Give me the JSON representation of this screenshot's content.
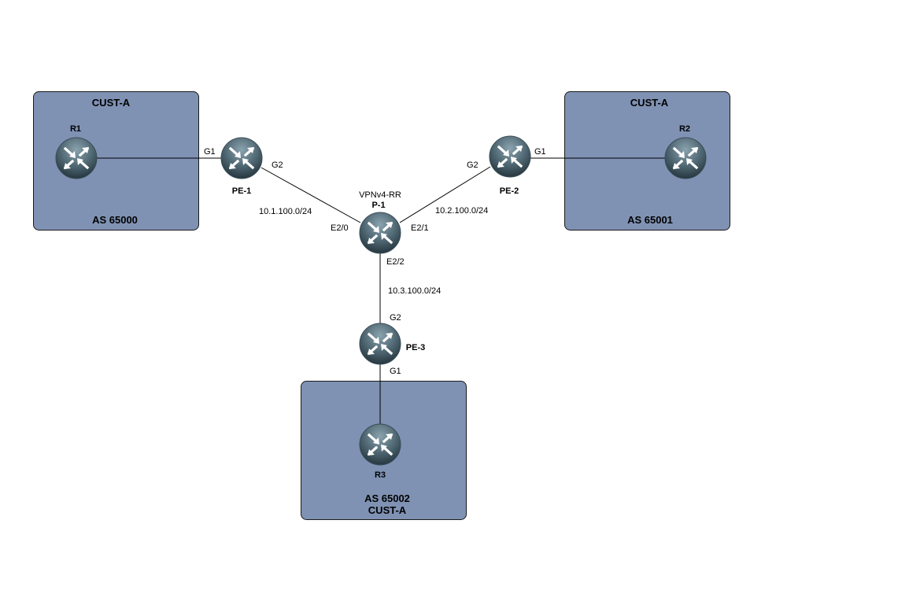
{
  "colors": {
    "site_fill": "#7f92b4",
    "router_dark": "#2c3e48",
    "router_light": "#7d97a3"
  },
  "sites": [
    {
      "title": "CUST-A",
      "as": "AS 65000"
    },
    {
      "title": "CUST-A",
      "as": "AS 65001"
    },
    {
      "as": "AS 65002",
      "title": "CUST-A"
    }
  ],
  "nodes": {
    "r1": {
      "label": "R1",
      "icon": "router-icon"
    },
    "r2": {
      "label": "R2",
      "icon": "router-icon"
    },
    "r3": {
      "label": "R3",
      "icon": "router-icon"
    },
    "pe1": {
      "label": "PE-1",
      "icon": "router-icon"
    },
    "pe2": {
      "label": "PE-2",
      "icon": "router-icon"
    },
    "pe3": {
      "label": "PE-3",
      "icon": "router-icon"
    },
    "p1": {
      "label": "P-1",
      "role": "VPNv4-RR",
      "icon": "router-icon"
    }
  },
  "links": [
    {
      "a": "R1",
      "b": "PE-1",
      "b_if": "G1"
    },
    {
      "a": "PE-1",
      "a_if": "G2",
      "b": "P-1",
      "b_if": "E2/0",
      "subnet": "10.1.100.0/24"
    },
    {
      "a": "PE-2",
      "a_if": "G2",
      "b": "P-1",
      "b_if": "E2/1",
      "subnet": "10.2.100.0/24"
    },
    {
      "a": "PE-2",
      "a_if": "G1",
      "b": "R2"
    },
    {
      "a": "P-1",
      "a_if": "E2/2",
      "b": "PE-3",
      "b_if": "G2",
      "subnet": "10.3.100.0/24"
    },
    {
      "a": "PE-3",
      "a_if": "G1",
      "b": "R3"
    }
  ]
}
